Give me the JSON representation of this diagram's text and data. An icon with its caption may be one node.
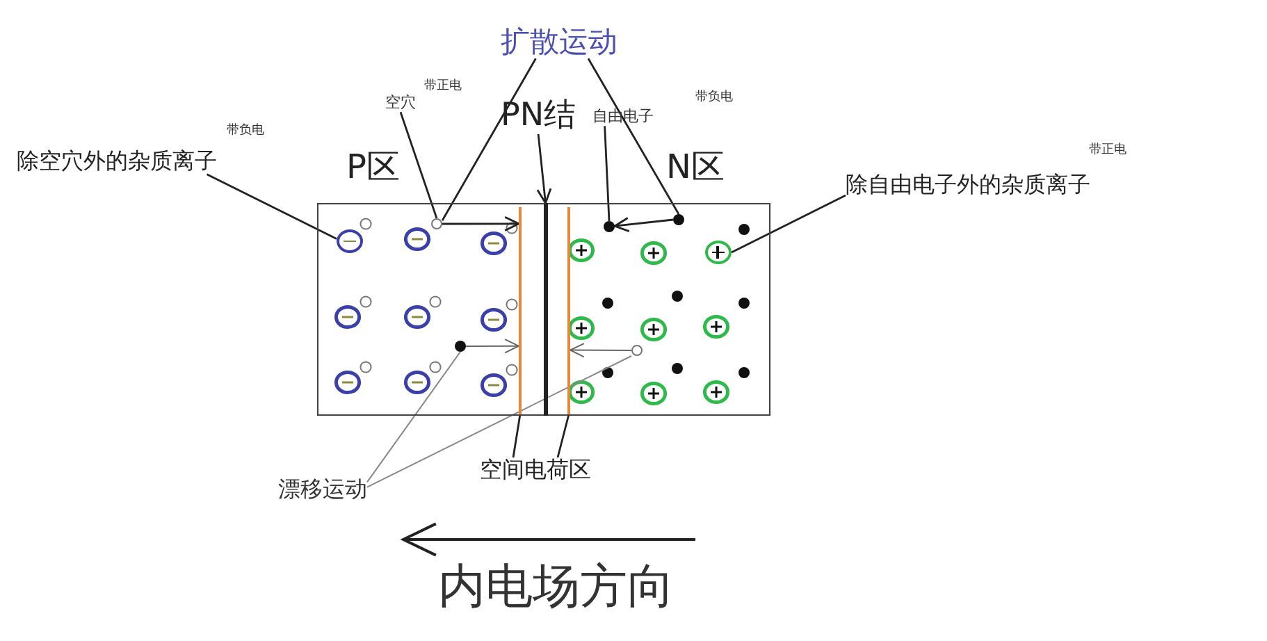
{
  "diagram": {
    "nodes": [
      {
        "text": [
          "扩散运动"
        ]
      },
      {
        "text": [
          "空穴"
        ],
        "beside": [
          "带正电"
        ]
      },
      {
        "text": [
          "PN结"
        ]
      },
      {
        "text": [
          "自由电子"
        ],
        "beside": [
          "带负电"
        ]
      },
      {
        "text": [
          "除空穴外的杂质离子"
        ],
        "beside": [
          "带负电"
        ]
      },
      {
        "text": [
          "P区"
        ]
      },
      {
        "text": [
          "N区"
        ]
      },
      {
        "text": [
          "除自由电子外的杂质离子"
        ],
        "beside": [
          "带正电"
        ]
      },
      {
        "text": [],
        "shape": "circle",
        "in": 5
      },
      {
        "text": [],
        "shape": "circle",
        "in": 5
      },
      {
        "text": [],
        "shape": "bar",
        "in": 5
      },
      {
        "text": [],
        "shape": "bar"
      },
      {
        "text": [],
        "shape": "bar",
        "in": 6
      },
      {
        "text": [],
        "shape": "circle",
        "in": 6
      },
      {
        "text": [],
        "shape": "circle",
        "in": 6
      },
      {
        "text": [],
        "shape": "circle",
        "in": 6
      },
      {
        "text": [],
        "shape": "circle",
        "in": 5
      },
      {
        "text": [],
        "shape": "circle",
        "in": 6
      },
      {
        "text": [
          "漂移运动"
        ]
      },
      {
        "text": [
          "空间电荷区"
        ]
      }
    ],
    "edges": [
      {
        "from": 0,
        "to": 9,
        "arrow": "none"
      },
      {
        "from": 0,
        "to": 14,
        "arrow": "none"
      },
      {
        "from": 1,
        "to": 9,
        "arrow": "none"
      },
      {
        "from": 3,
        "to": 13,
        "arrow": "none"
      },
      {
        "from": 4,
        "to": 8,
        "arrow": "none"
      },
      {
        "from": 7,
        "to": 15,
        "arrow": "none"
      },
      {
        "from": 2,
        "to": 11,
        "arrow": "to"
      },
      {
        "from": 18,
        "to": 16,
        "arrow": "none",
        "color": "#888888"
      },
      {
        "from": 18,
        "to": 17,
        "arrow": "none",
        "color": "#888888"
      },
      {
        "from": 19,
        "to": 10,
        "arrow": "none"
      },
      {
        "from": 19,
        "to": 12,
        "arrow": "none"
      },
      {
        "from": 9,
        "to": 10,
        "arrow": "to"
      },
      {
        "from": 14,
        "to": 13,
        "arrow": "to"
      },
      {
        "from": 16,
        "to": 10,
        "arrow": "to",
        "color": "#666666"
      },
      {
        "from": 17,
        "to": 12,
        "arrow": "to",
        "color": "#666666"
      }
    ],
    "labels": [
      "内电场方向"
    ]
  }
}
